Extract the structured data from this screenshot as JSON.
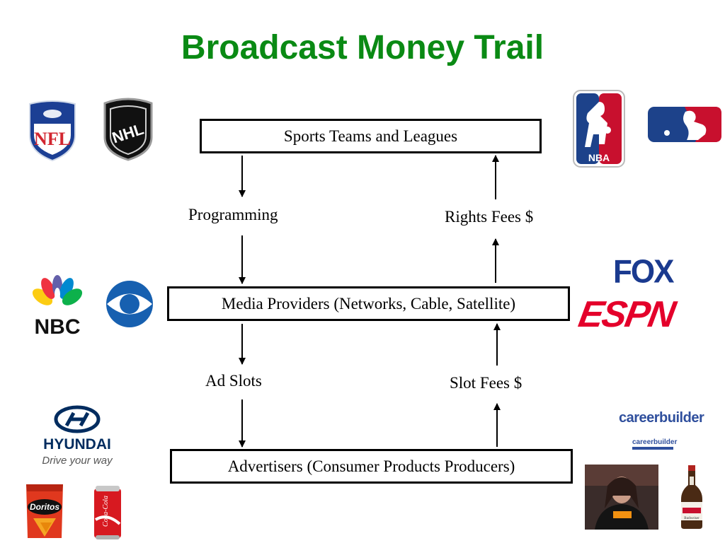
{
  "title": "Broadcast Money Trail",
  "boxes": {
    "top": "Sports Teams and Leagues",
    "middle": "Media Providers (Networks, Cable, Satellite)",
    "bottom": "Advertisers (Consumer Products Producers)"
  },
  "labels": {
    "programming": "Programming",
    "rights_fees": "Rights Fees $",
    "ad_slots": "Ad Slots",
    "slot_fees": "Slot Fees $"
  },
  "logos": {
    "nfl": "NFL",
    "nhl": "NHL",
    "nba": "NBA",
    "nbc": "NBC",
    "fox": "FOX",
    "espn": "ESPN",
    "hyundai": "HYUNDAI",
    "hyundai_tagline": "Drive your way",
    "doritos": "Doritos",
    "coca_cola": "Coca-Cola",
    "careerbuilder": "careerbuilder",
    "careerbuilder_small": "careerbuilder",
    "budweiser": "Budweiser"
  },
  "colors": {
    "title": "#0a8a14",
    "nfl_blue": "#1c3f94",
    "nfl_red": "#d22630",
    "nba_red": "#c8102e",
    "nba_blue": "#1d428a",
    "fox_blue": "#1a3a8f",
    "espn_red": "#e4002b",
    "cbs_blue": "#1760b0",
    "hyundai_blue": "#002c5f",
    "careerbuilder_blue": "#2f4f9d",
    "careerbuilder_orange": "#f29111"
  }
}
